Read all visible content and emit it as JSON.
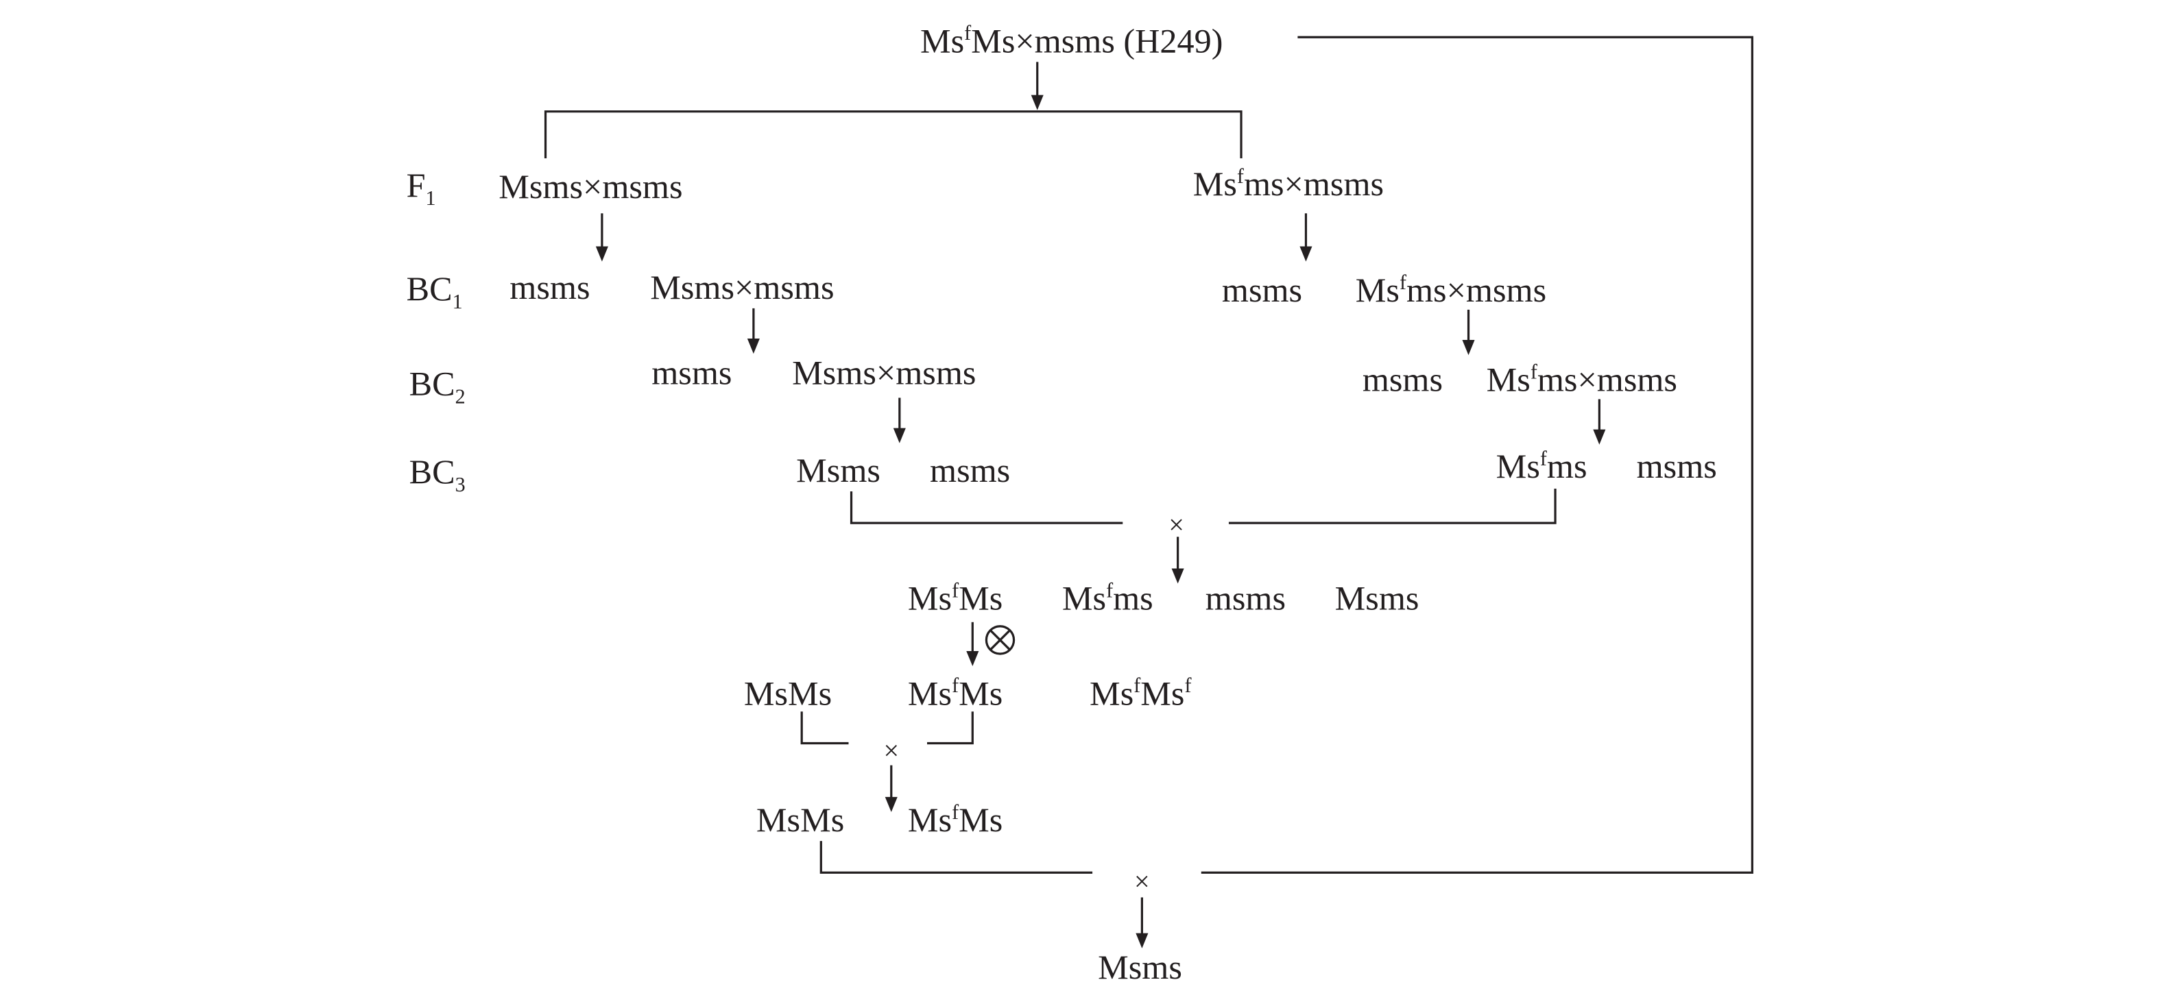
{
  "title": "Breeding scheme: Ms^fMs × msms (H249)",
  "colors": {
    "ink": "#231f20",
    "background": "#ffffff"
  },
  "generation_labels": [
    {
      "id": "F1",
      "parts": [
        [
          "F",
          ""
        ],
        [
          "1",
          "sub"
        ]
      ]
    },
    {
      "id": "BC1",
      "parts": [
        [
          "BC",
          ""
        ],
        [
          "1",
          "sub"
        ]
      ]
    },
    {
      "id": "BC2",
      "parts": [
        [
          "BC",
          ""
        ],
        [
          "2",
          "sub"
        ]
      ]
    },
    {
      "id": "BC3",
      "parts": [
        [
          "BC",
          ""
        ],
        [
          "3",
          "sub"
        ]
      ]
    }
  ],
  "nodes": [
    {
      "id": "root",
      "parts": [
        [
          "Ms",
          ""
        ],
        [
          "f",
          "sup"
        ],
        [
          "Ms×msms (H249)",
          ""
        ]
      ]
    },
    {
      "id": "f1-left",
      "parts": [
        [
          "Msms×msms",
          ""
        ]
      ]
    },
    {
      "id": "f1-right",
      "parts": [
        [
          "Ms",
          ""
        ],
        [
          "f",
          "sup"
        ],
        [
          "ms×msms",
          ""
        ]
      ]
    },
    {
      "id": "bc1-left-a",
      "parts": [
        [
          "msms",
          ""
        ]
      ]
    },
    {
      "id": "bc1-left-b",
      "parts": [
        [
          "Msms×msms",
          ""
        ]
      ]
    },
    {
      "id": "bc1-right-a",
      "parts": [
        [
          "msms",
          ""
        ]
      ]
    },
    {
      "id": "bc1-right-b",
      "parts": [
        [
          "Ms",
          ""
        ],
        [
          "f",
          "sup"
        ],
        [
          "ms×msms",
          ""
        ]
      ]
    },
    {
      "id": "bc2-left-a",
      "parts": [
        [
          "msms",
          ""
        ]
      ]
    },
    {
      "id": "bc2-left-b",
      "parts": [
        [
          "Msms×msms",
          ""
        ]
      ]
    },
    {
      "id": "bc2-right-a",
      "parts": [
        [
          "msms",
          ""
        ]
      ]
    },
    {
      "id": "bc2-right-b",
      "parts": [
        [
          "Ms",
          ""
        ],
        [
          "f",
          "sup"
        ],
        [
          "ms×msms",
          ""
        ]
      ]
    },
    {
      "id": "bc3-left-a",
      "parts": [
        [
          "Msms",
          ""
        ]
      ]
    },
    {
      "id": "bc3-left-b",
      "parts": [
        [
          "msms",
          ""
        ]
      ]
    },
    {
      "id": "bc3-right-a",
      "parts": [
        [
          "Ms",
          ""
        ],
        [
          "f",
          "sup"
        ],
        [
          "ms",
          ""
        ]
      ]
    },
    {
      "id": "bc3-right-b",
      "parts": [
        [
          "msms",
          ""
        ]
      ]
    },
    {
      "id": "cross1-a",
      "parts": [
        [
          "Ms",
          ""
        ],
        [
          "f",
          "sup"
        ],
        [
          "Ms",
          ""
        ]
      ]
    },
    {
      "id": "cross1-b",
      "parts": [
        [
          "Ms",
          ""
        ],
        [
          "f",
          "sup"
        ],
        [
          "ms",
          ""
        ]
      ]
    },
    {
      "id": "cross1-c",
      "parts": [
        [
          "msms",
          ""
        ]
      ]
    },
    {
      "id": "cross1-d",
      "parts": [
        [
          "Msms",
          ""
        ]
      ]
    },
    {
      "id": "self-a",
      "parts": [
        [
          "MsMs",
          ""
        ]
      ]
    },
    {
      "id": "self-b",
      "parts": [
        [
          "Ms",
          ""
        ],
        [
          "f",
          "sup"
        ],
        [
          "Ms",
          ""
        ]
      ]
    },
    {
      "id": "self-c",
      "parts": [
        [
          "Ms",
          ""
        ],
        [
          "f",
          "sup"
        ],
        [
          "Ms",
          ""
        ],
        [
          "f",
          "sup"
        ]
      ]
    },
    {
      "id": "cross2-a",
      "parts": [
        [
          "MsMs",
          ""
        ]
      ]
    },
    {
      "id": "cross2-b",
      "parts": [
        [
          "Ms",
          ""
        ],
        [
          "f",
          "sup"
        ],
        [
          "Ms",
          ""
        ]
      ]
    },
    {
      "id": "final",
      "parts": [
        [
          "Msms",
          ""
        ]
      ]
    }
  ],
  "symbols": {
    "cross": "×",
    "selfing": "⊗"
  }
}
